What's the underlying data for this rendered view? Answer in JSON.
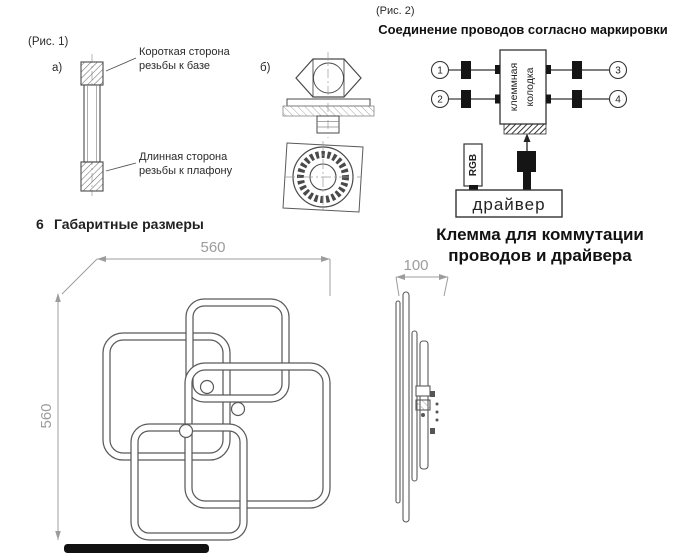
{
  "colors": {
    "line": "#4a4a4a",
    "dim_gray": "#9c9c9c",
    "text": "#1c1c1c",
    "black_fill": "#151515"
  },
  "fig1": {
    "label": "(Рис. 1)",
    "marker_a": "а)",
    "marker_b": "б)",
    "note_short_line1": "Короткая сторона",
    "note_short_line2": "резьбы к базе",
    "note_long_line1": "Длинная сторона",
    "note_long_line2": "резьбы к плафону"
  },
  "section6": {
    "number": "6",
    "title": "Габаритные размеры"
  },
  "fig2": {
    "label": "(Рис. 2)",
    "title": "Соединение проводов согласно маркировки",
    "wires": {
      "w1": "1",
      "w2": "2",
      "w3": "3",
      "w4": "4"
    },
    "block_line1": "клеммная",
    "block_line2": "колодка",
    "rgb_label": "RGB",
    "driver_label": "драйвер",
    "caption_line1": "Клемма для коммутации",
    "caption_line2": "проводов и драйвера"
  },
  "dims": {
    "width": "560",
    "height": "560",
    "depth": "100"
  }
}
